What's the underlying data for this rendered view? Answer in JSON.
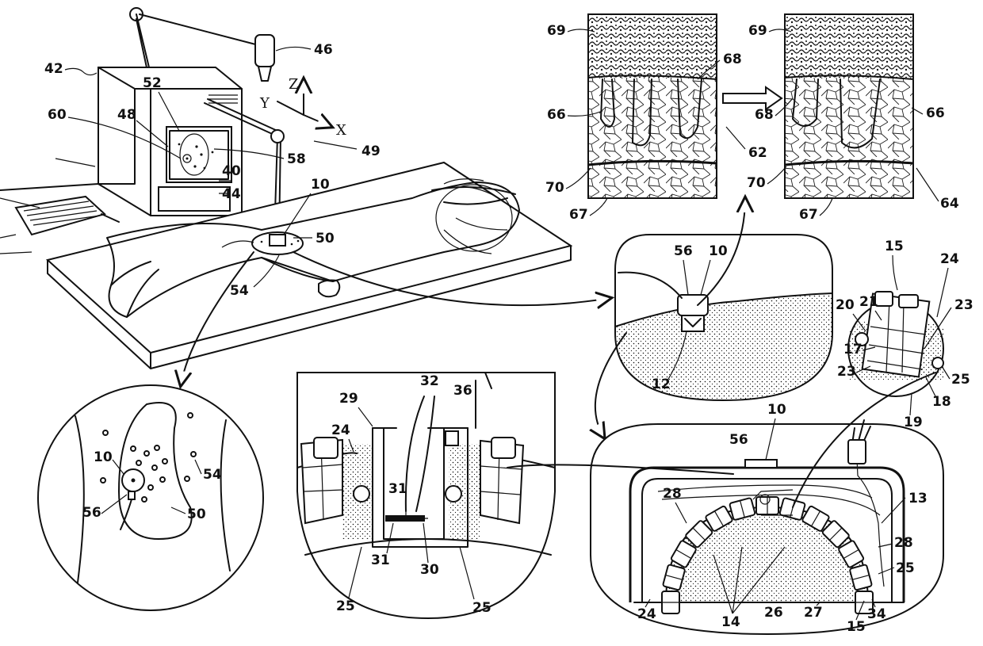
{
  "axes": {
    "x": "X",
    "y": "Y",
    "z": "Z"
  },
  "labels": {
    "l10": "10",
    "l12": "12",
    "l13": "13",
    "l14": "14",
    "l15": "15",
    "l17": "17",
    "l18": "18",
    "l19": "19",
    "l20": "20",
    "l21": "21",
    "l23": "23",
    "l24": "24",
    "l25": "25",
    "l26": "26",
    "l27": "27",
    "l28": "28",
    "l29": "29",
    "l30": "30",
    "l31": "31",
    "l32": "32",
    "l34": "34",
    "l36": "36",
    "l40": "40",
    "l42": "42",
    "l44": "44",
    "l46": "46",
    "l48": "48",
    "l49": "49",
    "l50": "50",
    "l52": "52",
    "l54": "54",
    "l56": "56",
    "l58": "58",
    "l60": "60",
    "l62": "62",
    "l64": "64",
    "l66": "66",
    "l67": "67",
    "l68": "68",
    "l69": "69",
    "l70": "70"
  }
}
